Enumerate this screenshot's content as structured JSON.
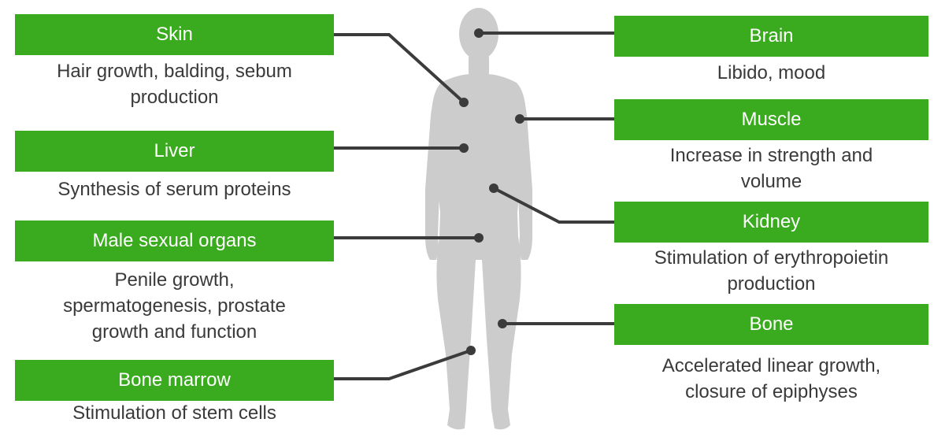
{
  "colors": {
    "box_green": "#3aaa1e",
    "box_text": "#ffffff",
    "description_text": "#3a3a3a",
    "silhouette": "#cccccc",
    "connector": "#3b3b3b"
  },
  "left": [
    {
      "title": "Skin",
      "description": "Hair growth, balding, sebum production"
    },
    {
      "title": "Liver",
      "description": "Synthesis of serum proteins"
    },
    {
      "title": "Male sexual organs",
      "description": "Penile growth, spermatogenesis, prostate growth and function"
    },
    {
      "title": "Bone marrow",
      "description": "Stimulation of stem cells"
    }
  ],
  "right": [
    {
      "title": "Brain",
      "description": "Libido, mood"
    },
    {
      "title": "Muscle",
      "description": "Increase in strength and volume"
    },
    {
      "title": "Kidney",
      "description": "Stimulation of erythropoietin production"
    },
    {
      "title": "Bone",
      "description": "Accelerated linear growth, closure of epiphyses"
    }
  ]
}
